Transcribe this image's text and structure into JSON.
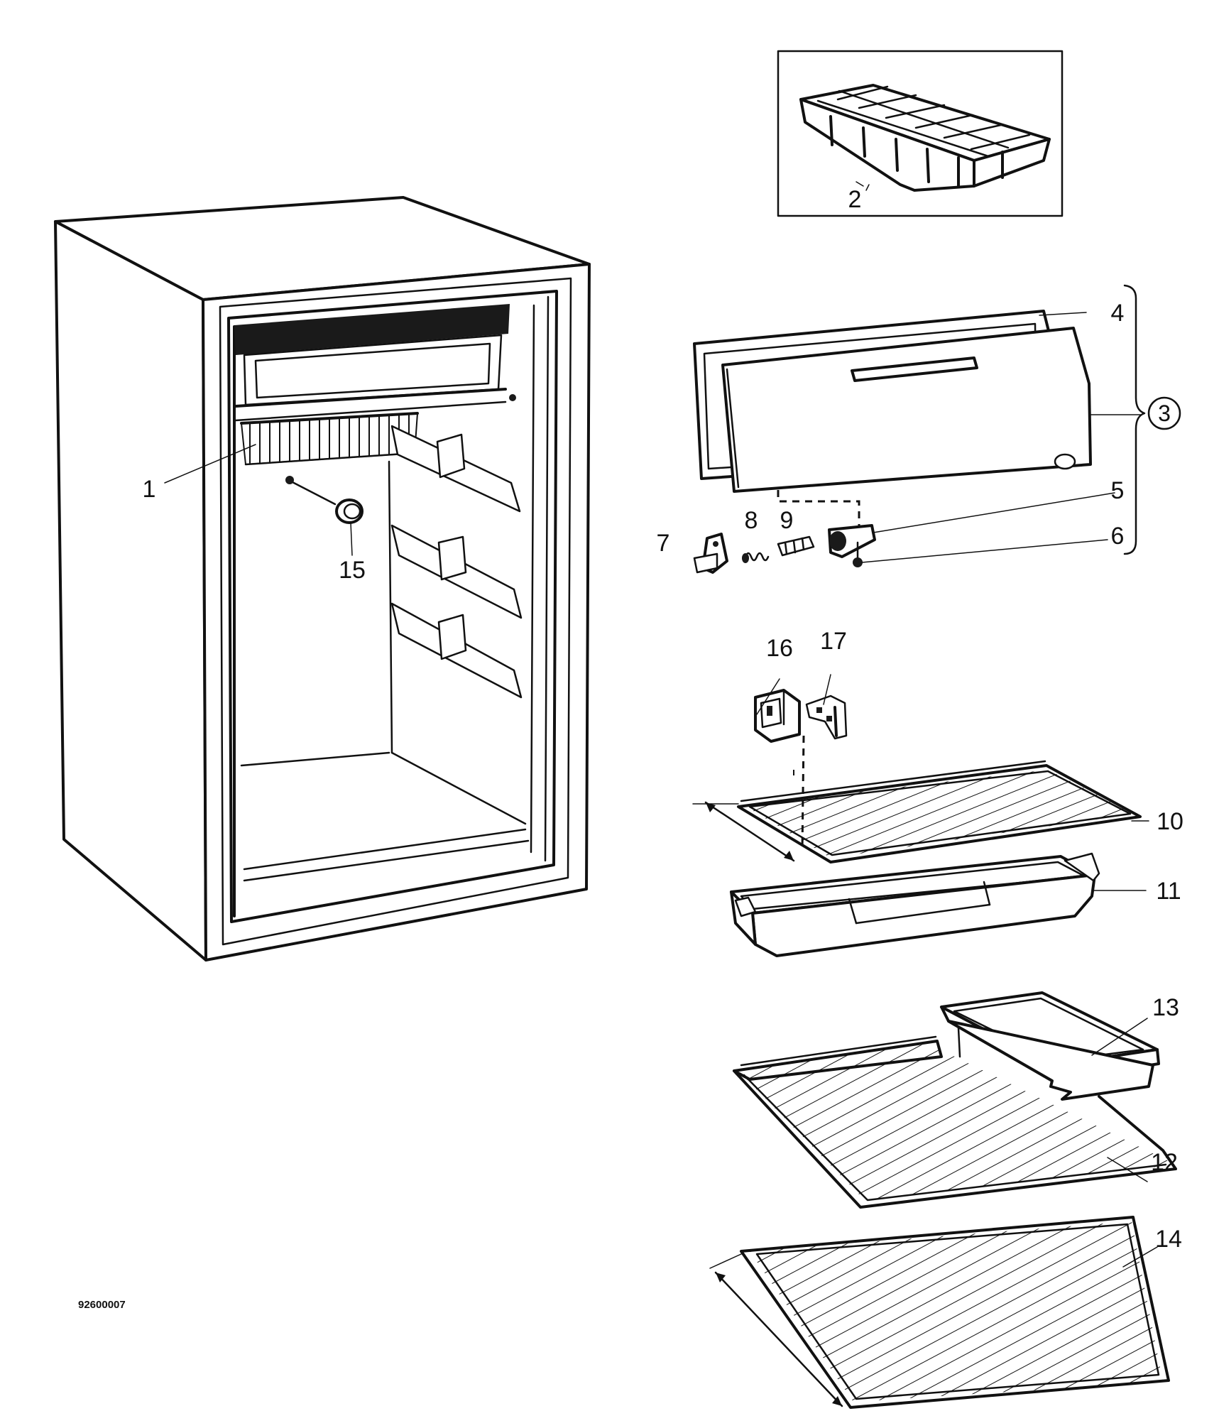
{
  "drawing_code": "92600007",
  "callouts": [
    {
      "id": "1",
      "label": "1"
    },
    {
      "id": "2",
      "label": "2"
    },
    {
      "id": "3",
      "label": "3"
    },
    {
      "id": "4",
      "label": "4"
    },
    {
      "id": "5",
      "label": "5"
    },
    {
      "id": "6",
      "label": "6"
    },
    {
      "id": "7",
      "label": "7"
    },
    {
      "id": "8",
      "label": "8"
    },
    {
      "id": "9",
      "label": "9"
    },
    {
      "id": "10",
      "label": "10"
    },
    {
      "id": "11",
      "label": "11"
    },
    {
      "id": "12",
      "label": "12"
    },
    {
      "id": "13",
      "label": "13"
    },
    {
      "id": "14",
      "label": "14"
    },
    {
      "id": "15",
      "label": "15"
    },
    {
      "id": "16",
      "label": "16"
    },
    {
      "id": "17",
      "label": "17"
    }
  ],
  "colors": {
    "line": "#111111",
    "background": "#ffffff"
  }
}
